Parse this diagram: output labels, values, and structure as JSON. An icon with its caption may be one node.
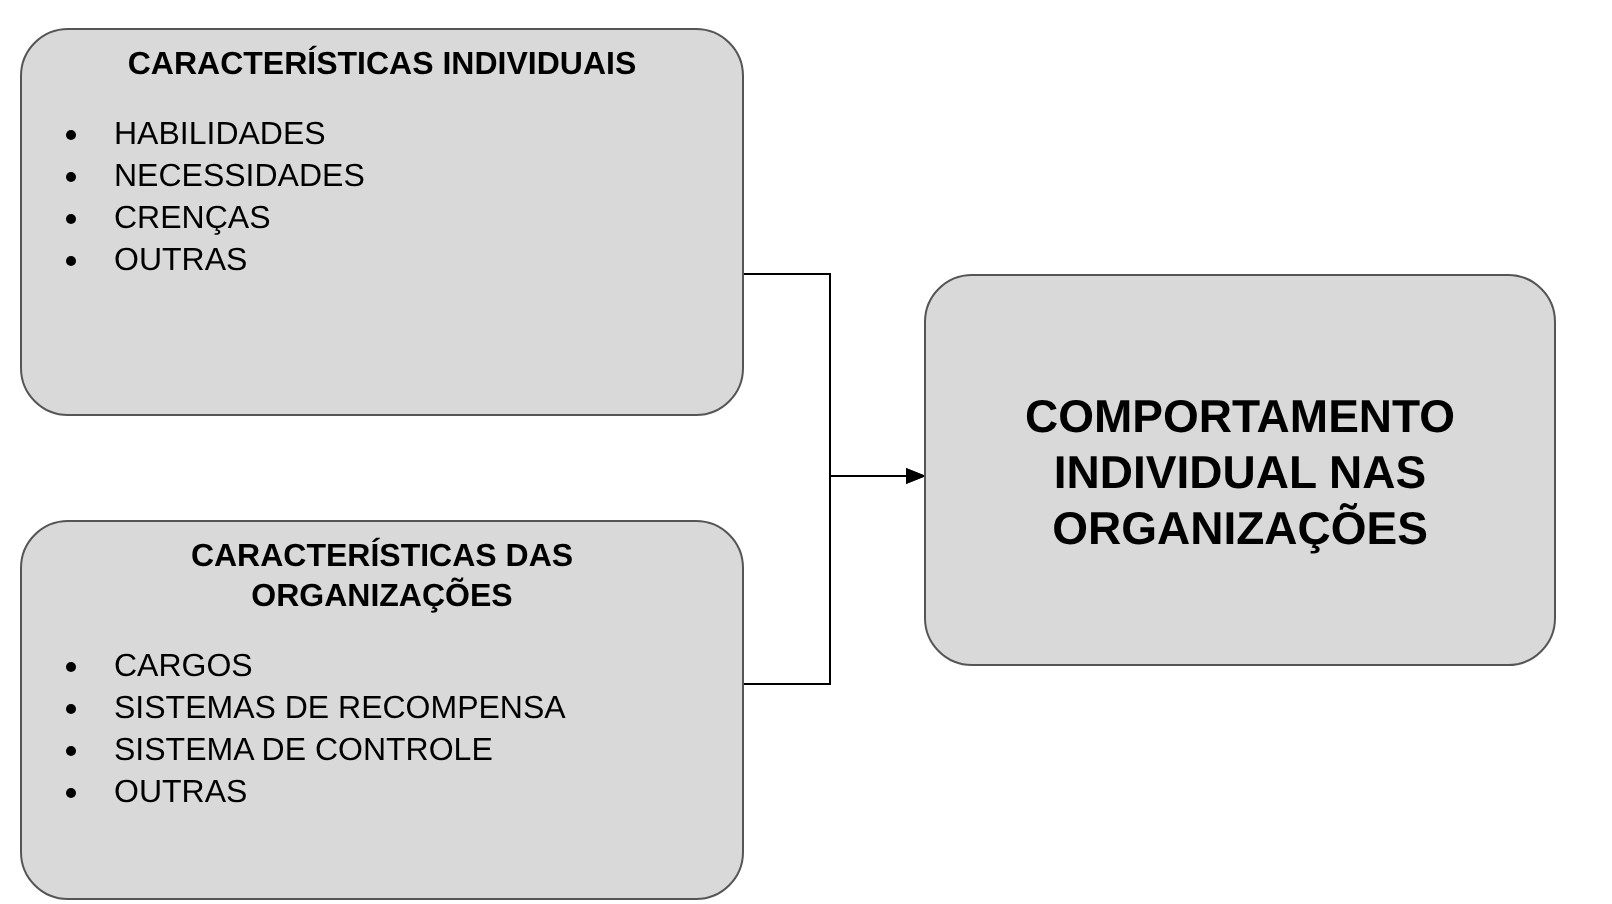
{
  "diagram": {
    "nodes": [
      {
        "text": [
          "CARACTERÍSTICAS INDIVIDUAIS",
          "HABILIDADES",
          "NECESSIDADES",
          "CRENÇAS",
          "OUTRAS"
        ]
      },
      {
        "text": [
          "CARACTERÍSTICAS DAS ORGANIZAÇÕES",
          "CARGOS",
          "SISTEMAS DE RECOMPENSA",
          "SISTEMA DE CONTROLE",
          "OUTRAS"
        ]
      },
      {
        "text": [
          "COMPORTAMENTO INDIVIDUAL NAS ORGANIZAÇÕES"
        ]
      }
    ],
    "edges": [
      {
        "from": 0,
        "to": 2,
        "arrow": "to"
      },
      {
        "from": 1,
        "to": 2,
        "arrow": "to"
      }
    ]
  }
}
